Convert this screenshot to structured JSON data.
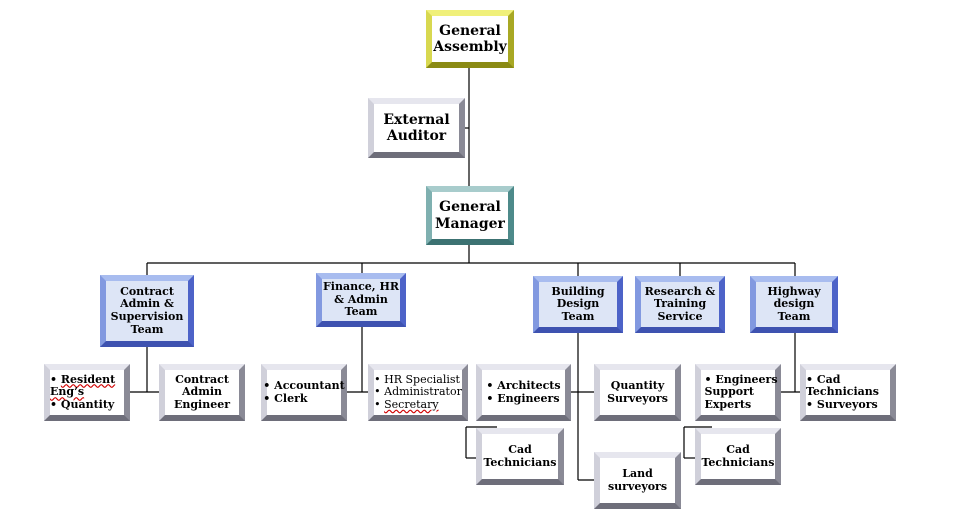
{
  "nodes": {
    "general_assembly": {
      "label": "General Assembly"
    },
    "external_auditor": {
      "label": "External Auditor"
    },
    "general_manager": {
      "label": "General Manager"
    },
    "contract_admin_team": {
      "label": "Contract Admin & Supervision Team"
    },
    "finance_team": {
      "label": "Finance, HR & Admin Team"
    },
    "building_team": {
      "label": "Building Design Team"
    },
    "research_team": {
      "label": "Research & Training Service"
    },
    "highway_team": {
      "label": "Highway design Team"
    },
    "contract_staff": {
      "items": [
        "Resident Eng’s",
        "Quantity"
      ]
    },
    "contract_admin_engineer": {
      "label": "Contract Admin Engineer"
    },
    "finance_staff_a": {
      "items": [
        "Accountant",
        "Clerk"
      ]
    },
    "finance_staff_b": {
      "items": [
        "HR Specialist",
        "Administrator",
        "Secretary"
      ]
    },
    "building_staff": {
      "items": [
        "Architects",
        "Engineers"
      ]
    },
    "building_cad": {
      "label": "Cad Technicians"
    },
    "quantity_surveyors": {
      "label": "Quantity Surveyors"
    },
    "land_surveyors": {
      "label": "Land surveyors"
    },
    "research_staff": {
      "items": [
        "Engineers Support Experts"
      ]
    },
    "research_cad": {
      "label": "Cad Technicians"
    },
    "highway_staff": {
      "items": [
        "Cad Technicians",
        "Surveyors"
      ]
    }
  }
}
